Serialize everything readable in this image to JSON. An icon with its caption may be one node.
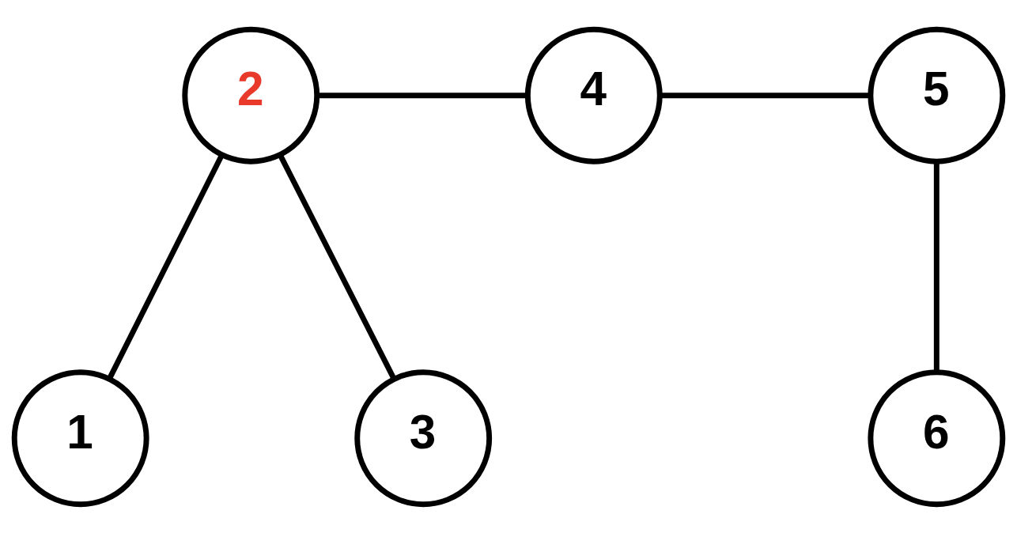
{
  "diagram": {
    "nodes": [
      {
        "text": [
          "2"
        ]
      },
      {
        "text": [
          "4"
        ]
      },
      {
        "text": [
          "5"
        ]
      },
      {
        "text": [
          "1"
        ]
      },
      {
        "text": [
          "3"
        ]
      },
      {
        "text": [
          "6"
        ]
      }
    ],
    "edges": [
      {
        "from": 0,
        "to": 1,
        "arrow": "none"
      },
      {
        "from": 1,
        "to": 2,
        "arrow": "none"
      },
      {
        "from": 0,
        "to": 3,
        "arrow": "none"
      },
      {
        "from": 0,
        "to": 4,
        "arrow": "none"
      },
      {
        "from": 2,
        "to": 5,
        "arrow": "none"
      }
    ]
  }
}
